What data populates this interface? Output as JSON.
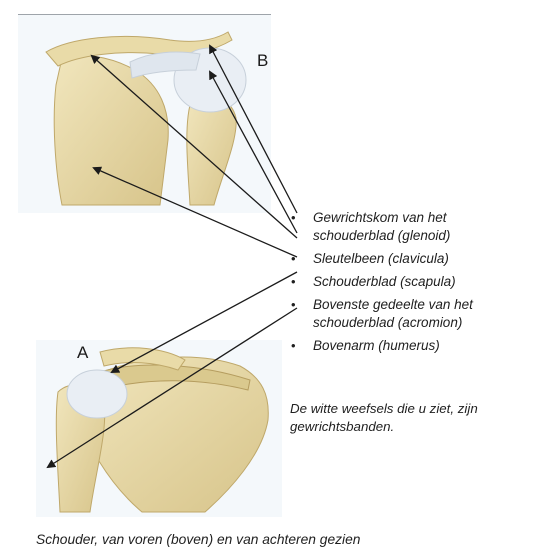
{
  "labels": {
    "view_a": "A",
    "view_b": "B"
  },
  "legend": [
    "Gewrichtskom van het schouderblad (glenoid)",
    "Sleutelbeen (clavicula)",
    "Schouderblad (scapula)",
    "Bovenste gedeelte van het schouderblad (acromion)",
    "Bovenarm (humerus)"
  ],
  "note": "De witte weefsels die u ziet, zijn gewrichtsbanden.",
  "caption": "Schouder, van voren (boven) en van achteren gezien",
  "colors": {
    "bone": "#e8d9a4",
    "bone_shadow": "#c9b374",
    "ligament": "#e9eef4",
    "arrow": "#1b1b1b"
  }
}
